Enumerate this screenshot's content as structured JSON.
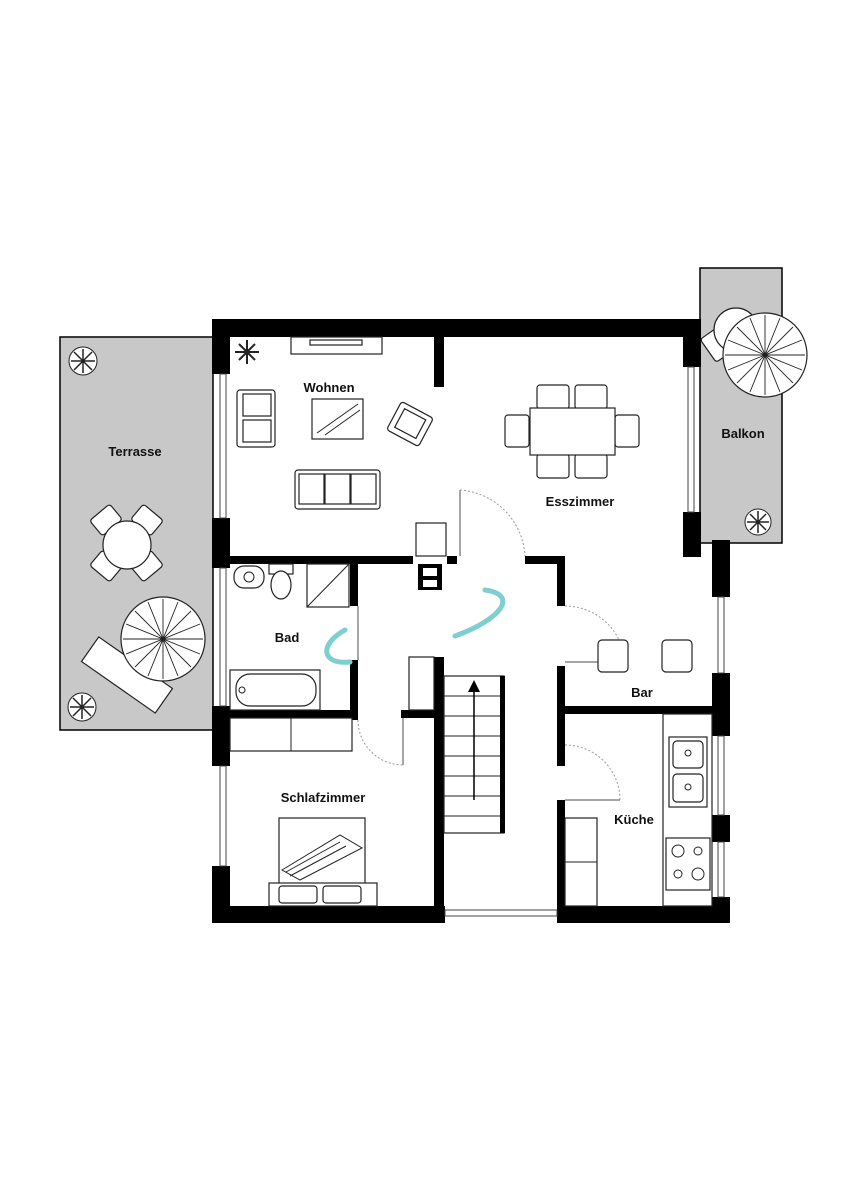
{
  "floorplan": {
    "colors": {
      "wall": "#000000",
      "outdoor": "#c8c8c8",
      "accent": "#7fcfd0"
    },
    "rooms": {
      "wohnen": "Wohnen",
      "esszimmer": "Esszimmer",
      "terrasse": "Terrasse",
      "balkon": "Balkon",
      "bad": "Bad",
      "bar": "Bar",
      "schlafzimmer": "Schlafzimmer",
      "kueche": "Küche"
    },
    "icons": [
      "plant-icon",
      "umbrella-icon",
      "table-icon",
      "chair-icon",
      "sofa-icon",
      "bed-icon",
      "bathtub-icon",
      "toilet-icon",
      "sink-icon",
      "shower-icon",
      "stove-icon",
      "stair-arrow-icon",
      "bar-stool-icon",
      "lounger-icon"
    ]
  }
}
